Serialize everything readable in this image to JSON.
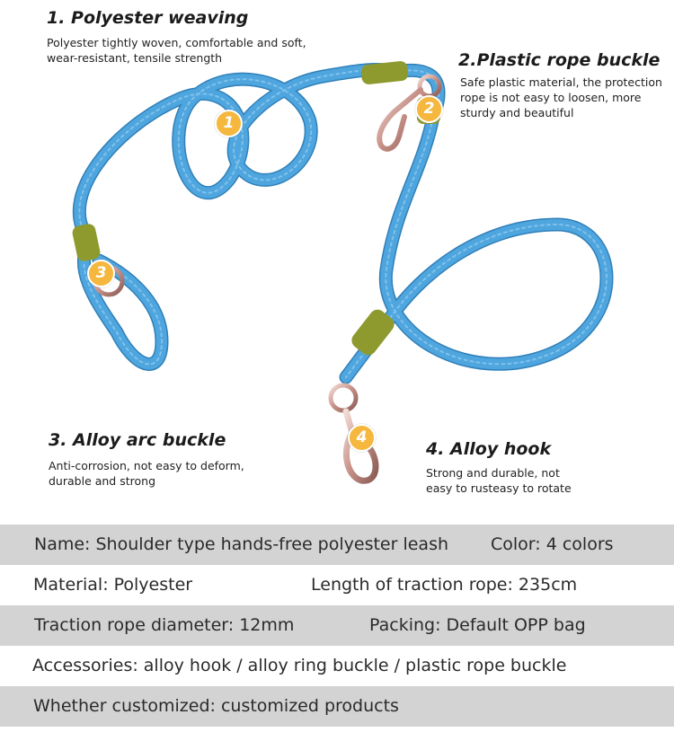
{
  "features": [
    {
      "title": "1. Polyester weaving",
      "desc": [
        "Polyester tightly woven, comfortable and soft,",
        "wear-resistant, tensile strength"
      ],
      "badge": "1"
    },
    {
      "title": "2.Plastic rope buckle",
      "desc": [
        "Safe plastic material, the protection",
        "rope is not easy to loosen, more",
        "sturdy and beautiful"
      ],
      "badge": "2"
    },
    {
      "title": "3. Alloy arc buckle",
      "desc": [
        "Anti-corrosion, not easy to deform,",
        "durable and strong"
      ],
      "badge": "3"
    },
    {
      "title": "4. Alloy hook",
      "desc": [
        "Strong and durable, not",
        "easy to rusteasy to rotate"
      ],
      "badge": "4"
    }
  ],
  "specs": {
    "name": "Name: Shoulder type hands-free polyester leash",
    "color": "Color: 4 colors",
    "material": "Material: Polyester",
    "length": "Length of traction rope: 235cm",
    "diameter": "Traction rope diameter: 12mm",
    "packing": "Packing: Default OPP bag",
    "accessories": "Accessories: alloy hook / alloy ring buckle / plastic rope buckle",
    "customized": "Whether customized: customized products"
  },
  "colors": {
    "rope": "#4a9fd8",
    "rope_dark": "#2f7fb8",
    "buckle": "#8e9a2e",
    "badge": "#f5b73d",
    "metal": "#c9a39a",
    "row_grey": "#d3d3d3"
  }
}
